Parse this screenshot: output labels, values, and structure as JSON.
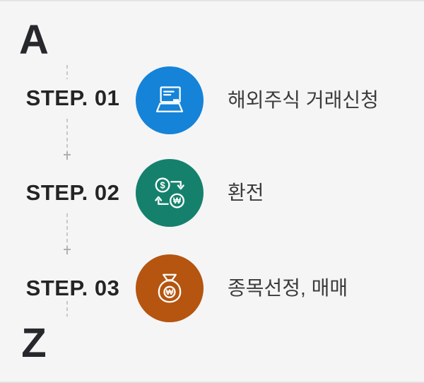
{
  "flow": {
    "start_label": "A",
    "end_label": "Z",
    "steps": [
      {
        "step_label": "STEP. 01",
        "title": "해외주식 거래신청",
        "icon": "laptop-icon",
        "circle_color": "#1583d8"
      },
      {
        "step_label": "STEP. 02",
        "title": "환전",
        "icon": "currency-exchange-icon",
        "circle_color": "#15816d"
      },
      {
        "step_label": "STEP. 03",
        "title": "종목선정, 매매",
        "icon": "money-bag-icon",
        "circle_color": "#b5550f"
      }
    ]
  },
  "colors": {
    "background": "#f5f5f6",
    "border": "#e4e4e4",
    "step_label_text": "#242424",
    "title_text": "#3b3b3b",
    "marker_text": "#26282c",
    "dash_line": "#c8c8c8",
    "arrow": "#b0b0b0",
    "icon_stroke": "#ffffff"
  }
}
